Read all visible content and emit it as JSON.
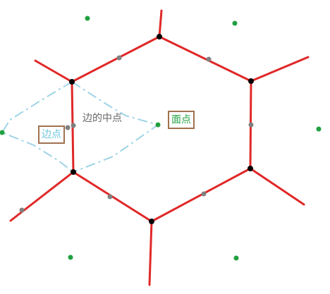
{
  "labels": {
    "face_point": "面点",
    "edge_point": "边点",
    "edge_midpoint": "边的中点"
  },
  "colors": {
    "edge_line": "#e02828",
    "vertex": "#000000",
    "midpoint": "#808080",
    "face_point": "#20a040",
    "dashed_line": "#9fd4e6",
    "label_box_border": "#a0714f",
    "face_label_text": "#20a040",
    "edge_label_text": "#6cc6df",
    "mid_label_text": "#666666"
  }
}
